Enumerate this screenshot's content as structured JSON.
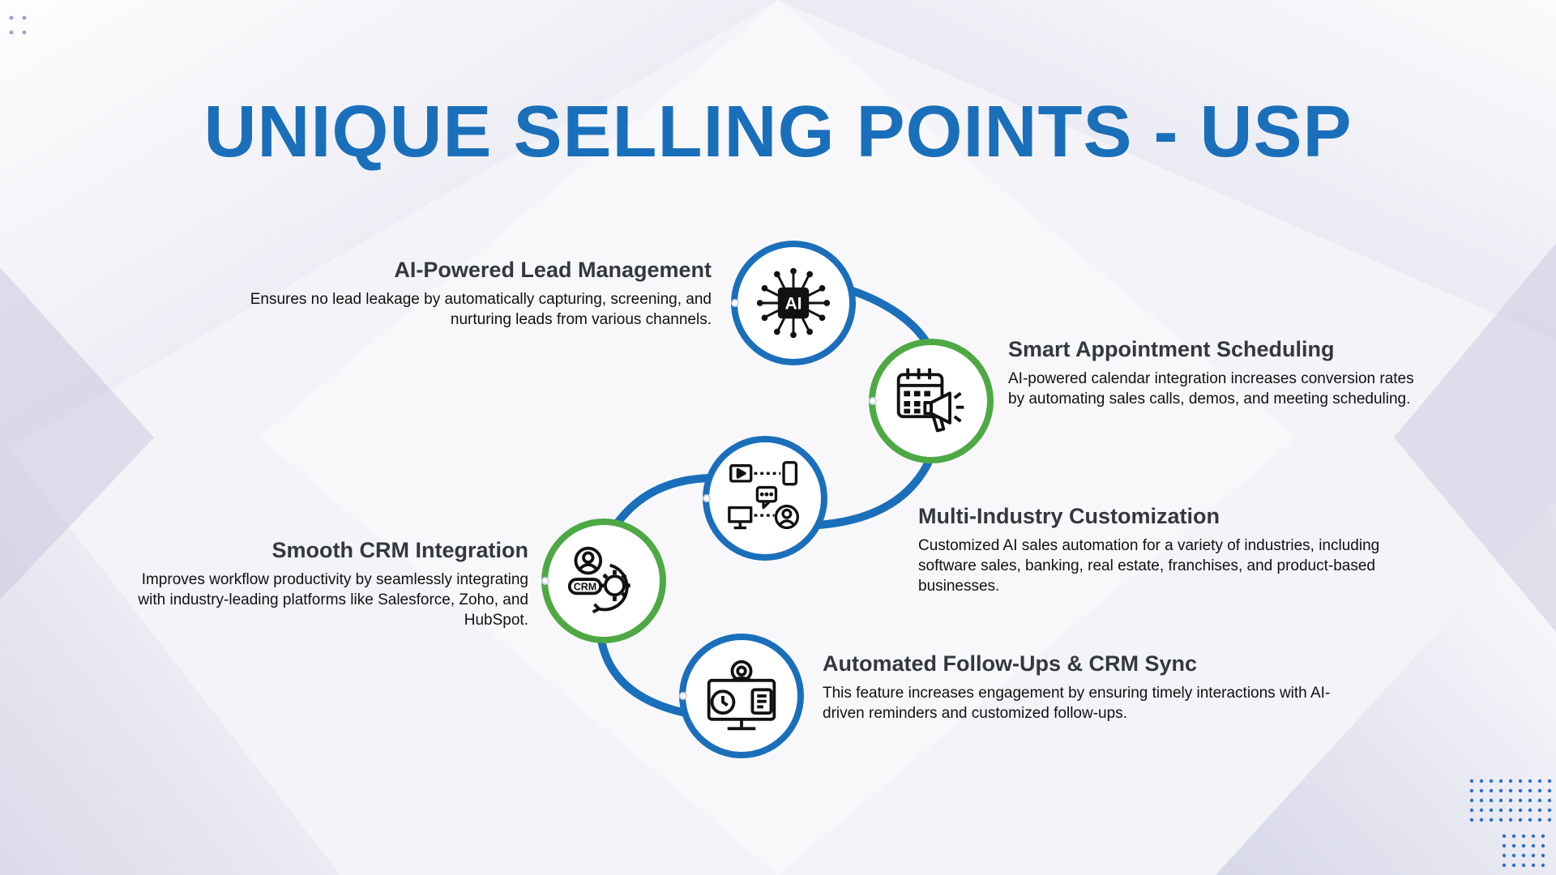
{
  "title": "UNIQUE SELLING POINTS - USP",
  "colors": {
    "title": "#1a6fba",
    "ring_blue": "#1a6fba",
    "ring_green": "#4ea945",
    "heading": "#333840"
  },
  "items": [
    {
      "heading": "AI-Powered Lead Management",
      "description": "Ensures no lead leakage by automatically capturing, screening, and nurturing leads from various channels.",
      "icon": "ai-chip-icon",
      "icon_text": "AI",
      "ring": "blue"
    },
    {
      "heading": "Smart Appointment Scheduling",
      "description": "AI-powered calendar integration increases conversion rates by automating sales calls, demos, and meeting scheduling.",
      "icon": "calendar-megaphone-icon",
      "ring": "green"
    },
    {
      "heading": "Multi-Industry Customization",
      "description": "Customized AI sales automation for a variety of industries, including software sales, banking, real estate, franchises, and product-based businesses.",
      "icon": "omnichannel-icon",
      "ring": "blue"
    },
    {
      "heading": "Smooth CRM Integration",
      "description": "Improves workflow productivity by seamlessly integrating with industry-leading platforms like Salesforce, Zoho, and HubSpot.",
      "icon": "crm-gear-icon",
      "icon_text": "CRM",
      "ring": "green"
    },
    {
      "heading": "Automated Follow-Ups & CRM Sync",
      "description": "This feature increases engagement by ensuring timely interactions with AI-driven reminders and customized follow-ups.",
      "icon": "monitor-sync-icon",
      "ring": "blue"
    }
  ]
}
